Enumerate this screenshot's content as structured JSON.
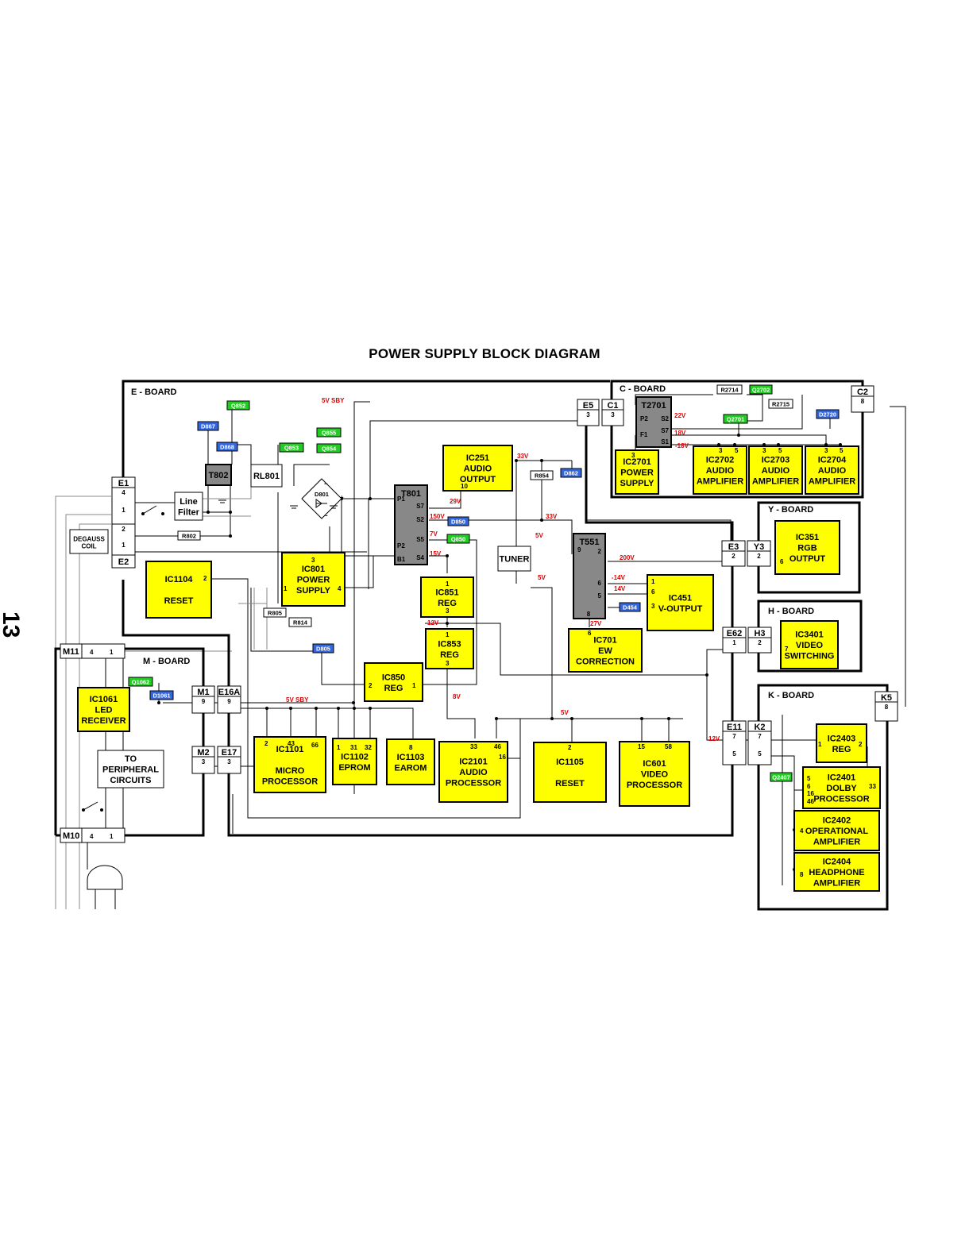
{
  "title": "POWER SUPPLY BLOCK DIAGRAM",
  "page_number": "13",
  "colors": {
    "block": "#ffff00",
    "transistor": "#22cc22",
    "diode": "#3366dd",
    "transformer": "#888888",
    "voltage": "#e00000"
  },
  "boards": [
    {
      "id": "e",
      "label": "E - BOARD"
    },
    {
      "id": "c",
      "label": "C - BOARD"
    },
    {
      "id": "y",
      "label": "Y - BOARD"
    },
    {
      "id": "h",
      "label": "H - BOARD"
    },
    {
      "id": "k",
      "label": "K - BOARD"
    },
    {
      "id": "m",
      "label": "M - BOARD"
    }
  ],
  "blocks": [
    {
      "id": "ic251",
      "lines": [
        "IC251",
        "AUDIO",
        "OUTPUT"
      ],
      "pins": [
        "10"
      ]
    },
    {
      "id": "ic801",
      "lines": [
        "IC801",
        "POWER",
        "SUPPLY"
      ],
      "pins": [
        "3",
        "1",
        "4"
      ]
    },
    {
      "id": "ic1104",
      "lines": [
        "IC1104",
        "",
        "RESET"
      ],
      "pins": [
        "2"
      ]
    },
    {
      "id": "ic851",
      "lines": [
        "IC851",
        "REG"
      ],
      "pins": [
        "1",
        "3"
      ]
    },
    {
      "id": "ic853",
      "lines": [
        "IC853",
        "REG"
      ],
      "pins": [
        "1",
        "3"
      ]
    },
    {
      "id": "ic850",
      "lines": [
        "IC850",
        "REG"
      ],
      "pins": [
        "2",
        "1"
      ]
    },
    {
      "id": "ic2701",
      "lines": [
        "IC2701",
        "POWER",
        "SUPPLY"
      ],
      "pins": [
        "3"
      ]
    },
    {
      "id": "ic2702",
      "lines": [
        "IC2702",
        "AUDIO",
        "AMPLIFIER"
      ],
      "pins": [
        "3",
        "5"
      ]
    },
    {
      "id": "ic2703",
      "lines": [
        "IC2703",
        "AUDIO",
        "AMPLIFIER"
      ],
      "pins": [
        "3",
        "5"
      ]
    },
    {
      "id": "ic2704",
      "lines": [
        "IC2704",
        "AUDIO",
        "AMPLIFIER"
      ],
      "pins": [
        "3",
        "5"
      ]
    },
    {
      "id": "ic351",
      "lines": [
        "IC351",
        "RGB",
        "OUTPUT"
      ],
      "pins": [
        "6"
      ]
    },
    {
      "id": "ic451",
      "lines": [
        "IC451",
        "V-OUTPUT"
      ],
      "pins": [
        "1",
        "6",
        "3"
      ]
    },
    {
      "id": "ic701",
      "lines": [
        "IC701",
        "EW",
        "CORRECTION"
      ],
      "pins": [
        "6"
      ]
    },
    {
      "id": "ic3401",
      "lines": [
        "IC3401",
        "VIDEO",
        "SWITCHING"
      ],
      "pins": [
        "7"
      ]
    },
    {
      "id": "ic1061",
      "lines": [
        "IC1061",
        "LED",
        "RECEIVER"
      ],
      "pins": []
    },
    {
      "id": "ic1101",
      "lines": [
        "IC1101",
        "",
        "MICRO",
        "PROCESSOR"
      ],
      "pins": [
        "2",
        "43",
        "66"
      ]
    },
    {
      "id": "ic1102",
      "lines": [
        "IC1102",
        "EPROM"
      ],
      "pins": [
        "1",
        "31",
        "32"
      ]
    },
    {
      "id": "ic1103",
      "lines": [
        "IC1103",
        "EAROM"
      ],
      "pins": [
        "8"
      ]
    },
    {
      "id": "ic2101",
      "lines": [
        "IC2101",
        "AUDIO",
        "PROCESSOR"
      ],
      "pins": [
        "33",
        "46",
        "16"
      ]
    },
    {
      "id": "ic1105",
      "lines": [
        "IC1105",
        "",
        "RESET"
      ],
      "pins": [
        "2"
      ]
    },
    {
      "id": "ic601",
      "lines": [
        "IC601",
        "VIDEO",
        "PROCESSOR"
      ],
      "pins": [
        "15",
        "58"
      ]
    },
    {
      "id": "ic2403",
      "lines": [
        "IC2403",
        "REG"
      ],
      "pins": [
        "1",
        "2"
      ]
    },
    {
      "id": "ic2401",
      "lines": [
        "IC2401",
        "DOLBY",
        "PROCESSOR"
      ],
      "pins": [
        "5",
        "6",
        "16",
        "46",
        "33"
      ]
    },
    {
      "id": "ic2402",
      "lines": [
        "IC2402",
        "OPERATIONAL",
        "AMPLIFIER"
      ],
      "pins": [
        "4"
      ]
    },
    {
      "id": "ic2404",
      "lines": [
        "IC2404",
        "HEADPHONE",
        "AMPLIFIER"
      ],
      "pins": [
        "8"
      ]
    },
    {
      "id": "periph",
      "lines": [
        "TO",
        "PERIPHERAL",
        "CIRCUITS"
      ],
      "pins": []
    },
    {
      "id": "tuner",
      "lines": [
        "TUNER"
      ],
      "pins": []
    },
    {
      "id": "linefilter",
      "lines": [
        "Line",
        "Filter"
      ],
      "pins": []
    },
    {
      "id": "degauss",
      "lines": [
        "DEGAUSS",
        "COIL"
      ],
      "pins": []
    },
    {
      "id": "rl801",
      "lines": [
        "RL801"
      ],
      "pins": []
    }
  ],
  "transformers": [
    {
      "id": "t801",
      "label": "T801",
      "pins": [
        "P1",
        "S7",
        "S2",
        "S5",
        "P2",
        "S4",
        "B1"
      ]
    },
    {
      "id": "t551",
      "label": "T551",
      "pins": [
        "9",
        "2",
        "6",
        "5",
        "8"
      ]
    },
    {
      "id": "t2701",
      "label": "T2701",
      "pins": [
        "P2",
        "F1",
        "S2",
        "S7",
        "S1"
      ]
    },
    {
      "id": "t802",
      "label": "T802",
      "pins": []
    }
  ],
  "components": [
    {
      "id": "q852",
      "label": "Q852",
      "kind": "transistor"
    },
    {
      "id": "q855",
      "label": "Q855",
      "kind": "transistor"
    },
    {
      "id": "q853",
      "label": "Q853",
      "kind": "transistor"
    },
    {
      "id": "q854",
      "label": "Q854",
      "kind": "transistor"
    },
    {
      "id": "q850",
      "label": "Q850",
      "kind": "transistor"
    },
    {
      "id": "q1062",
      "label": "Q1062",
      "kind": "transistor"
    },
    {
      "id": "q2701",
      "label": "Q2701",
      "kind": "transistor"
    },
    {
      "id": "q2702",
      "label": "Q2702",
      "kind": "transistor"
    },
    {
      "id": "q2407",
      "label": "Q2407",
      "kind": "transistor"
    },
    {
      "id": "d867",
      "label": "D867",
      "kind": "diode"
    },
    {
      "id": "d868",
      "label": "D868",
      "kind": "diode"
    },
    {
      "id": "d850",
      "label": "D850",
      "kind": "diode"
    },
    {
      "id": "d862",
      "label": "D862",
      "kind": "diode"
    },
    {
      "id": "d454",
      "label": "D454",
      "kind": "diode"
    },
    {
      "id": "d805",
      "label": "D805",
      "kind": "diode"
    },
    {
      "id": "d1061",
      "label": "D1061",
      "kind": "diode"
    },
    {
      "id": "d2720",
      "label": "D2720",
      "kind": "diode"
    },
    {
      "id": "r802",
      "label": "R802",
      "kind": "resistor"
    },
    {
      "id": "r805",
      "label": "R805",
      "kind": "resistor"
    },
    {
      "id": "r814",
      "label": "R814",
      "kind": "resistor"
    },
    {
      "id": "r854",
      "label": "R854",
      "kind": "resistor"
    },
    {
      "id": "r2714",
      "label": "R2714",
      "kind": "resistor"
    },
    {
      "id": "r2715",
      "label": "R2715",
      "kind": "resistor"
    },
    {
      "id": "d801",
      "label": "D801",
      "kind": "bridge"
    }
  ],
  "connectors": [
    {
      "id": "e1",
      "label": "E1",
      "pins": [
        "4",
        "1"
      ]
    },
    {
      "id": "e2",
      "label": "E2",
      "pins": [
        "2",
        "1"
      ]
    },
    {
      "id": "e5",
      "label": "E5",
      "pins": [
        "3"
      ]
    },
    {
      "id": "c1",
      "label": "C1",
      "pins": [
        "3"
      ]
    },
    {
      "id": "c2",
      "label": "C2",
      "pins": [
        "8"
      ]
    },
    {
      "id": "e3",
      "label": "E3",
      "pins": [
        "2"
      ]
    },
    {
      "id": "y3",
      "label": "Y3",
      "pins": [
        "2"
      ]
    },
    {
      "id": "e62",
      "label": "E62",
      "pins": [
        "1"
      ]
    },
    {
      "id": "h3",
      "label": "H3",
      "pins": [
        "2"
      ]
    },
    {
      "id": "e11",
      "label": "E11",
      "pins": [
        "7",
        "5"
      ]
    },
    {
      "id": "k2",
      "label": "K2",
      "pins": [
        "7",
        "5"
      ]
    },
    {
      "id": "k5",
      "label": "K5",
      "pins": [
        "8"
      ]
    },
    {
      "id": "m1",
      "label": "M1",
      "pins": [
        "9"
      ]
    },
    {
      "id": "e16a",
      "label": "E16A",
      "pins": [
        "9"
      ]
    },
    {
      "id": "m2",
      "label": "M2",
      "pins": [
        "3"
      ]
    },
    {
      "id": "e17",
      "label": "E17",
      "pins": [
        "3"
      ]
    },
    {
      "id": "m11",
      "label": "M11",
      "pins": [
        "4",
        "1"
      ]
    },
    {
      "id": "m10",
      "label": "M10",
      "pins": [
        "4",
        "1"
      ]
    }
  ],
  "voltages": [
    "5V SBY",
    "29V",
    "150V",
    "7V",
    "15V",
    "33V",
    "33V",
    "5V",
    "5V",
    "200V",
    "-14V",
    "14V",
    "27V",
    "12V",
    "8V",
    "5V SBY",
    "5V",
    "22V",
    "18V",
    "-18V",
    "12V"
  ]
}
